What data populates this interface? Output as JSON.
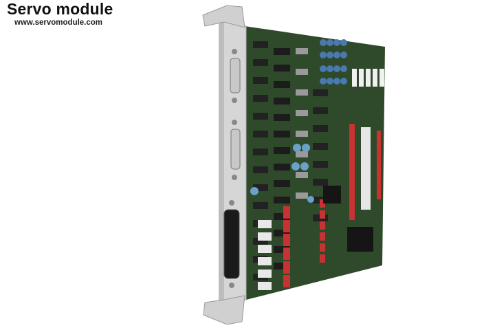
{
  "watermark": {
    "title": "Servo module",
    "url": "www.servomodule.com"
  },
  "photo": {
    "subject": "circuit-board-module",
    "board_color": "#2f4a2a",
    "faceplate_color": "#d9d9d9"
  }
}
